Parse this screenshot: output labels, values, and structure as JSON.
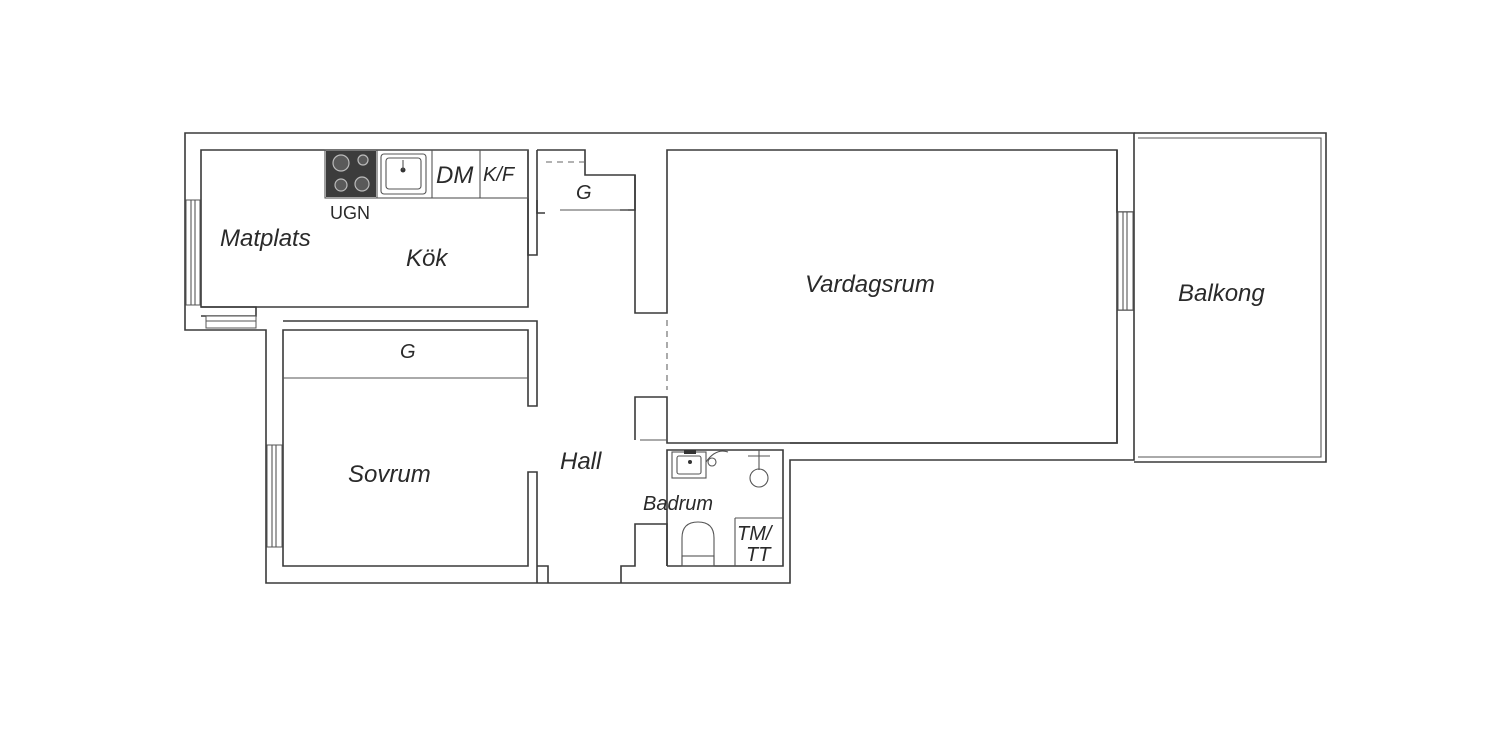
{
  "rooms": {
    "matplats": "Matplats",
    "kok": "Kök",
    "vardagsrum": "Vardagsrum",
    "balkong": "Balkong",
    "sovrum": "Sovrum",
    "hall": "Hall",
    "badrum": "Badrum"
  },
  "fixtures": {
    "ugn": "UGN",
    "dm": "DM",
    "kf": "K/F",
    "closet_hall": "G",
    "closet_bedroom": "G",
    "tm_tt_line1": "TM/",
    "tm_tt_line2": "TT"
  },
  "colors": {
    "wall": "#3a3a3a",
    "stove": "#3c3c3c",
    "background": "#ffffff"
  }
}
